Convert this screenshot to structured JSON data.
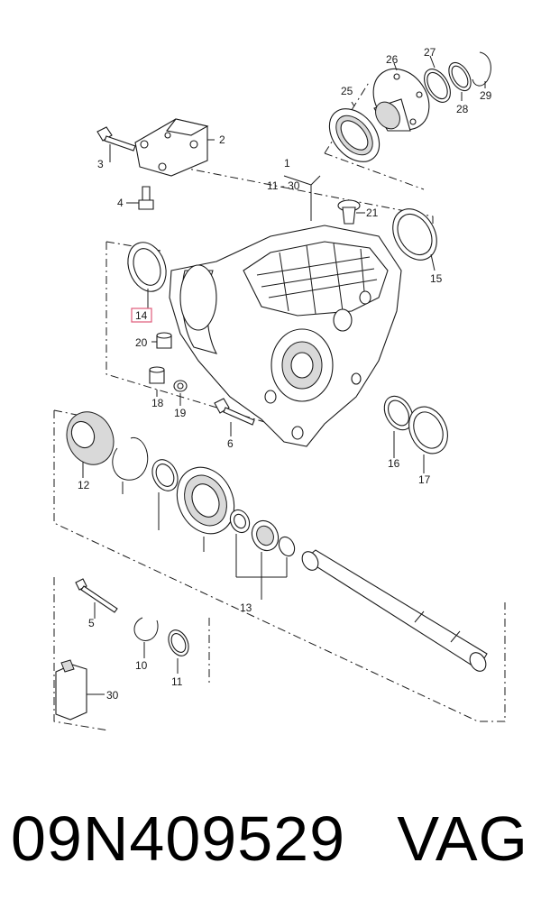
{
  "diagram": {
    "callouts": {
      "c1": "1",
      "c1_range": "11 - 30",
      "c2": "2",
      "c3": "3",
      "c4": "4",
      "c5": "5",
      "c6": "6",
      "c10": "10",
      "c11": "11",
      "c12": "12",
      "c13": "13",
      "c14": "14",
      "c15": "15",
      "c16": "16",
      "c17": "17",
      "c18": "18",
      "c19": "19",
      "c20": "20",
      "c21": "21",
      "c25": "25",
      "c26": "26",
      "c27": "27",
      "c28": "28",
      "c29": "29",
      "c30": "30"
    },
    "highlight_color": "#e05a7a",
    "highlighted_part": "14"
  },
  "footer": {
    "part_number": "09N409529",
    "brand": "VAG"
  }
}
